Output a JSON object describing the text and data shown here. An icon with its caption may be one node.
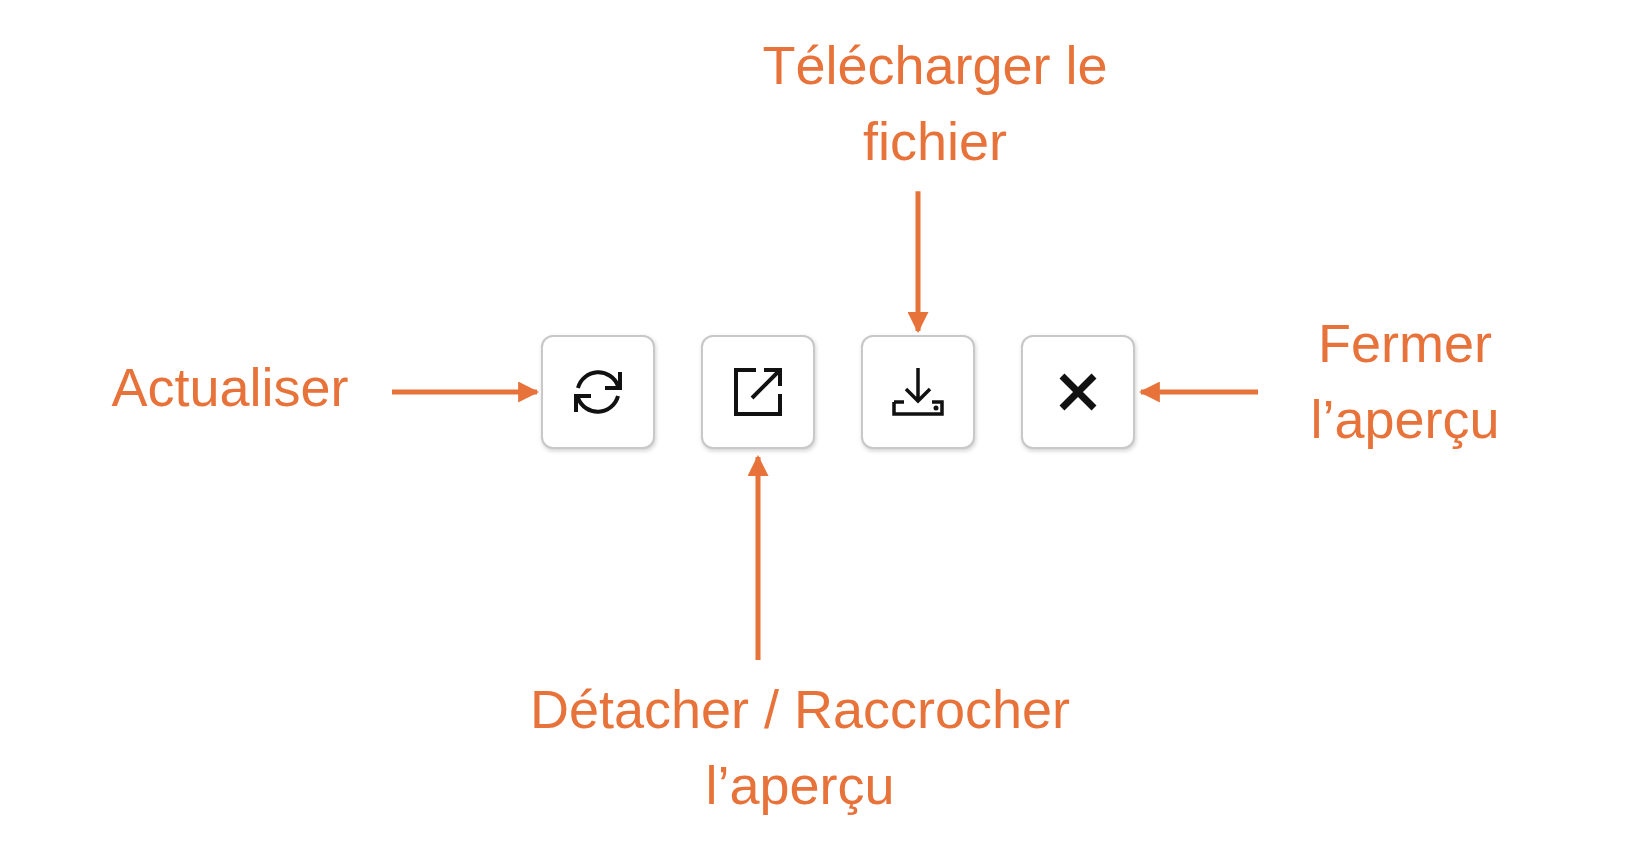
{
  "diagram": {
    "nodes": [
      {
        "text": [
          "Télécharger le fichier"
        ]
      },
      {
        "text": [
          "Actualiser"
        ]
      },
      {
        "text": [],
        "shape": "picture"
      },
      {
        "text": [],
        "shape": "picture"
      },
      {
        "text": [],
        "shape": "picture"
      },
      {
        "text": [],
        "shape": "picture"
      },
      {
        "text": [
          "Fermer l’aperçu"
        ]
      },
      {
        "text": [
          "Détacher / Raccrocher l’aperçu"
        ]
      }
    ],
    "edges": [
      {
        "from": 0,
        "to": 4,
        "arrow": "to"
      },
      {
        "from": 1,
        "to": 2,
        "arrow": "to"
      },
      {
        "from": 6,
        "to": 5,
        "arrow": "to"
      },
      {
        "from": 7,
        "to": 3,
        "arrow": "to"
      }
    ]
  }
}
